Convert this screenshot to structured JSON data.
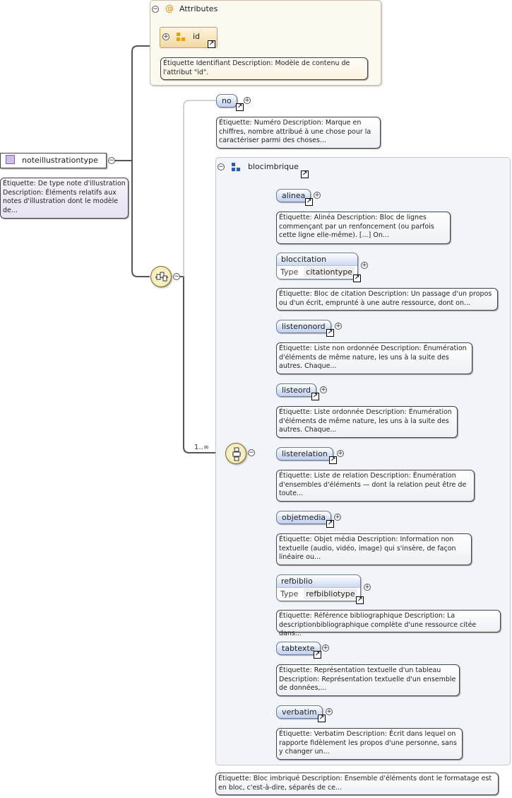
{
  "attributes": {
    "title": "Attributes",
    "at_symbol": "@",
    "id_label": "id",
    "note": "Étiquette Identifiant Description: Modèle de contenu de l'attribut \"id\"."
  },
  "root": {
    "name": "noteillustrationtype",
    "note": "Étiquette: De type note d'illustration Description: Éléments relatifs aux notes d'illustration dont le modèle de..."
  },
  "no": {
    "name": "no",
    "note": "Étiquette: Numéro Description: Marque en chiffres, nombre attribué à une chose pour la caractériser parmi des choses..."
  },
  "sequence": {
    "cardinality": "1..∞"
  },
  "blocimbrique": {
    "name": "blocimbrique",
    "note": "Étiquette: Bloc imbriqué Description: Ensemble d'éléments dont le formatage est en bloc, c'est-à-dire, séparés de ce..."
  },
  "type_label": "Type",
  "children": [
    {
      "name": "alinea",
      "note": "Étiquette: Alinéa Description: Bloc de lignes commençant par un renfoncement (ou parfois cette ligne elle-même). [...] On..."
    },
    {
      "name": "bloccitation",
      "type": "citationtype",
      "note": "Étiquette: Bloc de citation Description: Un passage d'un propos ou d'un écrit, emprunté à une autre ressource, dont on..."
    },
    {
      "name": "listenonord",
      "note": "Étiquette: Liste non ordonnée Description: Énumération d'éléments de même nature, les uns à la suite des autres. Chaque..."
    },
    {
      "name": "listeord",
      "note": "Étiquette: Liste ordonnée Description: Énumération d'éléments de même nature, les uns à la suite des autres. Chaque..."
    },
    {
      "name": "listerelation",
      "note": "Étiquette: Liste de relation Description: Énumération d'ensembles d'éléments — dont la relation peut être de toute..."
    },
    {
      "name": "objetmedia",
      "note": "Étiquette: Objet média Description: Information non textuelle (audio, vidéo, image) qui s'insère, de façon linéaire ou..."
    },
    {
      "name": "refbiblio",
      "type": "refbibliotype",
      "note": "Étiquette: Référence bibliographique Description: La descriptionbibliographique complète d'une ressource citée dans..."
    },
    {
      "name": "tabtexte",
      "note": "Étiquette: Représentation textuelle d'un tableau Description: Représentation textuelle d'un ensemble de données,..."
    },
    {
      "name": "verbatim",
      "note": "Étiquette: Verbatim Description: Écrit dans lequel on rapporte fidèlement les propos d'une personne, sans y changer un..."
    }
  ],
  "icons": {
    "expand": "plus-circle-icon",
    "collapse": "minus-circle-icon",
    "link": "shortcut-arrow-icon",
    "sequence": "sequence-compositor-icon",
    "choice": "choice-compositor-icon"
  },
  "colors": {
    "element_fill": "#c2d1ef",
    "attribute_fill": "#f2d9a0",
    "compositor_fill": "#f1e2a2",
    "root_icon": "#cbbfe7",
    "group_fill": "#f1f4f9"
  }
}
